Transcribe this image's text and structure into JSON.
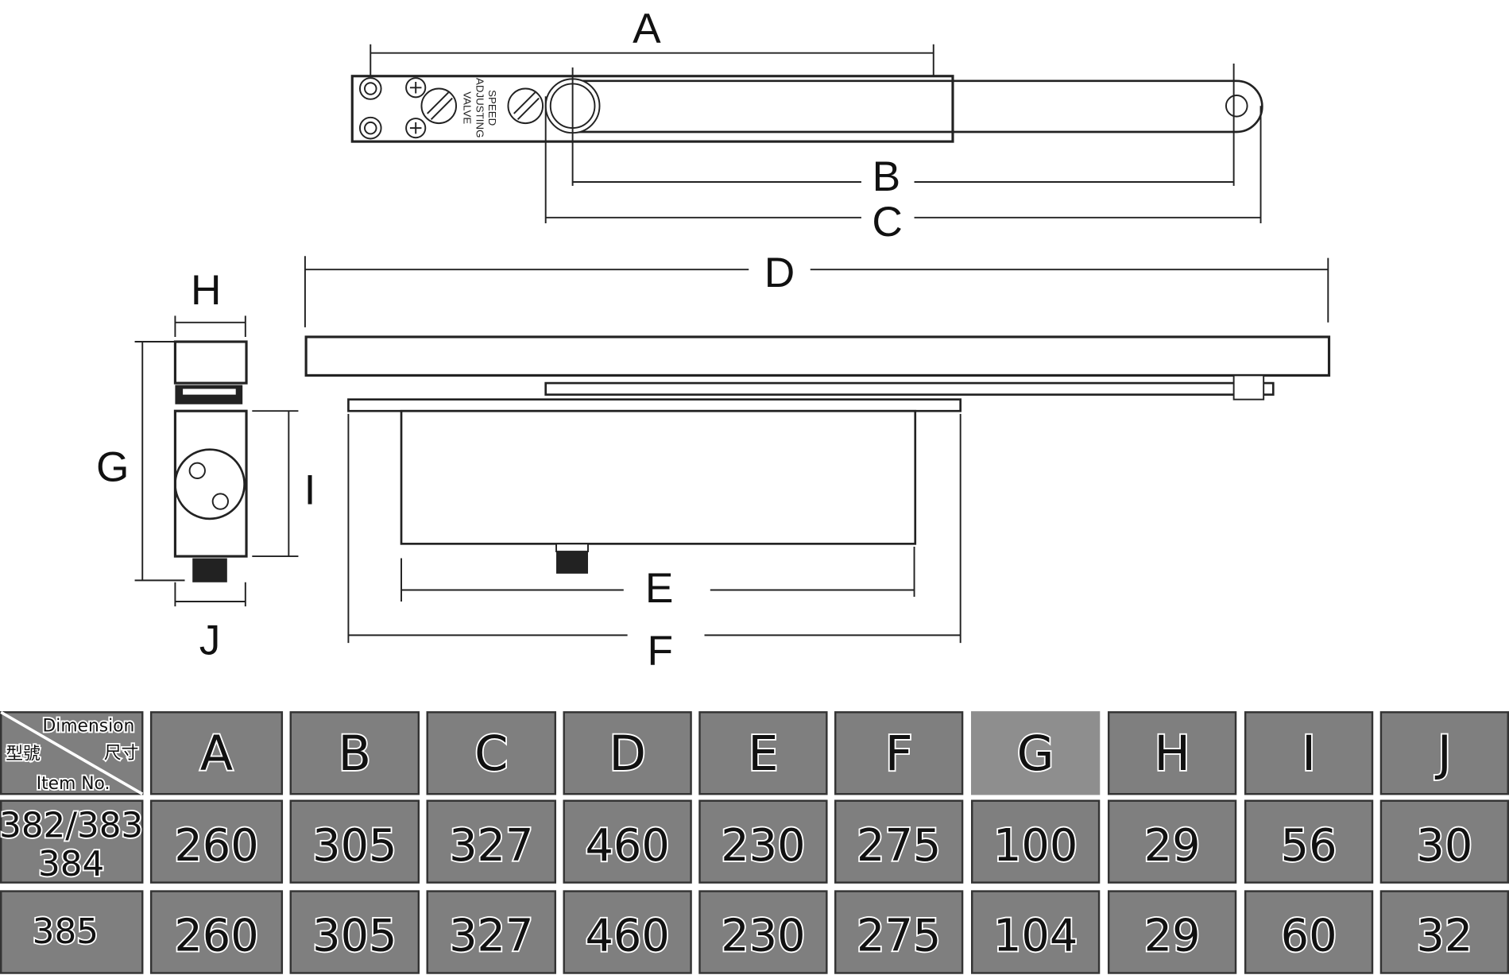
{
  "drawing": {
    "labels": {
      "A": "A",
      "B": "B",
      "C": "C",
      "D": "D",
      "E": "E",
      "F": "F",
      "G": "G",
      "H": "H",
      "I": "I",
      "J": "J"
    },
    "valve_text": [
      "SPEED",
      "ADJUSTING",
      "VALVE"
    ]
  },
  "table": {
    "corner": {
      "dimension_en": "Dimension",
      "dimension_zh": "尺寸",
      "item_zh": "型號",
      "item_en": "Item No."
    },
    "columns": [
      "A",
      "B",
      "C",
      "D",
      "E",
      "F",
      "G",
      "H",
      "I",
      "J"
    ],
    "rows": [
      {
        "item_line1": "382/383",
        "item_line2": "384",
        "values": [
          "260",
          "305",
          "327",
          "460",
          "230",
          "275",
          "100",
          "29",
          "56",
          "30"
        ]
      },
      {
        "item_line1": "385",
        "item_line2": "",
        "values": [
          "260",
          "305",
          "327",
          "460",
          "230",
          "275",
          "104",
          "29",
          "60",
          "32"
        ]
      }
    ]
  }
}
